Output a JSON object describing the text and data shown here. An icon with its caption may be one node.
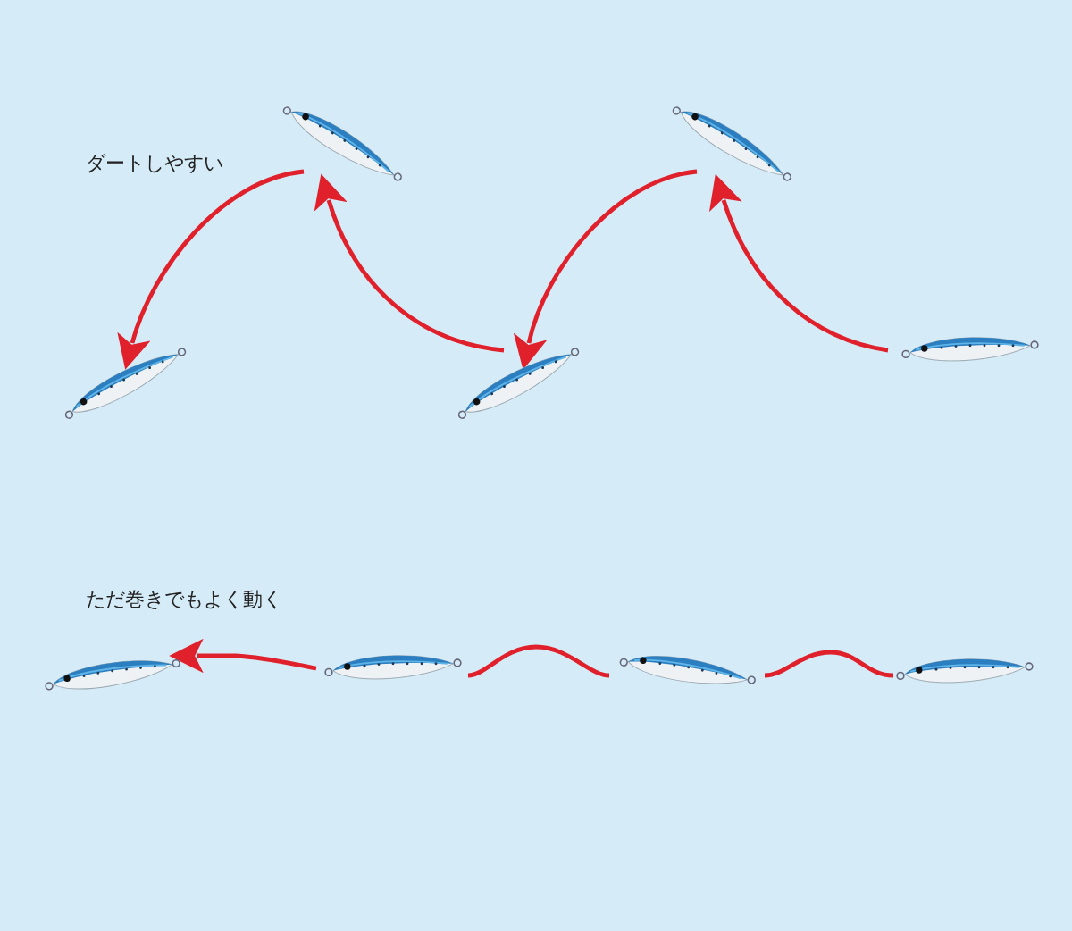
{
  "diagram": {
    "nodes": [
      {
        "text": [],
        "shape": "picture"
      },
      {
        "text": [],
        "shape": "picture"
      },
      {
        "text": [],
        "shape": "picture"
      },
      {
        "text": [],
        "shape": "picture"
      },
      {
        "text": [],
        "shape": "picture"
      },
      {
        "text": [],
        "shape": "picture"
      },
      {
        "text": [],
        "shape": "picture"
      },
      {
        "text": [],
        "shape": "picture"
      },
      {
        "text": [],
        "shape": "picture"
      }
    ],
    "edges": [
      {
        "from": 0,
        "to": 1,
        "arrow": "to",
        "color": "#e0202a"
      },
      {
        "from": 1,
        "to": 2,
        "arrow": "to",
        "color": "#e0202a"
      },
      {
        "from": 2,
        "to": 3,
        "arrow": "to",
        "color": "#e0202a"
      },
      {
        "from": 3,
        "to": 4,
        "arrow": "to",
        "color": "#e0202a"
      },
      {
        "from": 5,
        "to": 6,
        "arrow": "none",
        "color": "#e0202a"
      },
      {
        "from": 6,
        "to": 7,
        "arrow": "none",
        "color": "#e0202a"
      },
      {
        "from": 7,
        "to": 8,
        "arrow": "to",
        "color": "#e0202a"
      }
    ],
    "labels": [
      "ダートしやすい",
      "ただ巻きでもよく動く"
    ]
  }
}
